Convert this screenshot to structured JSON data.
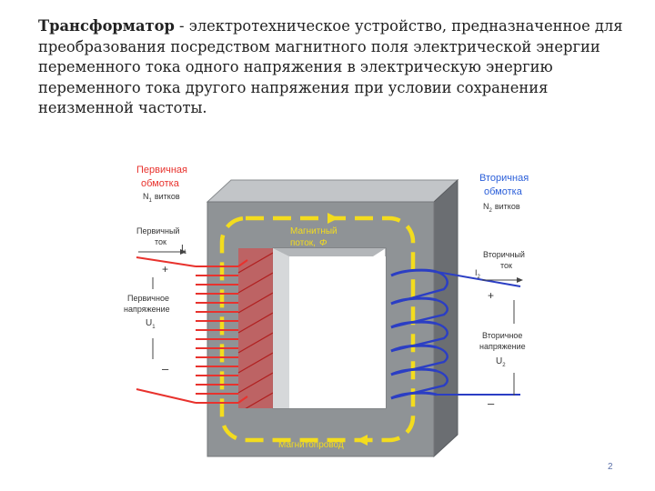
{
  "definition": {
    "term": "Трансформатор",
    "separator": " - ",
    "text": "электротехническое устройство, предназначенное для преобразования посредством магнитного поля электрической энергии переменного тока одного напряжения в электрическую энергию переменного тока другого напряжения при условии сохранения неизменной частоты."
  },
  "diagram": {
    "primary_winding": {
      "line1": "Первичная",
      "line2": "обмотка",
      "turns": "N",
      "turns_sub": "1",
      "turns_word": "витков"
    },
    "secondary_winding": {
      "line1": "Вторичная",
      "line2": "обмотка",
      "turns": "N",
      "turns_sub": "2",
      "turns_word": "витков"
    },
    "primary_current": {
      "line1": "Первичный",
      "line2": "ток",
      "symbol": "I",
      "sub": "1"
    },
    "secondary_current": {
      "line1": "Вторичный",
      "line2": "ток",
      "symbol": "I",
      "sub": "2"
    },
    "primary_voltage": {
      "line1": "Первичное",
      "line2": "напряжение",
      "symbol": "U",
      "sub": "1",
      "plus": "+",
      "minus": "–"
    },
    "secondary_voltage": {
      "line1": "Вторичное",
      "line2": "напряжение",
      "symbol": "U",
      "sub": "2",
      "plus": "+",
      "minus": "–"
    },
    "flux_top": {
      "line1": "Магнитный",
      "line2": "поток,",
      "symbol": "Φ"
    },
    "flux_bottom": "Магнитопровод",
    "colors": {
      "primary": "#e8322d",
      "secondary": "#2b3ec4",
      "flux": "#f3dc1e",
      "core": "#8f9396"
    }
  },
  "slide_number": "2"
}
